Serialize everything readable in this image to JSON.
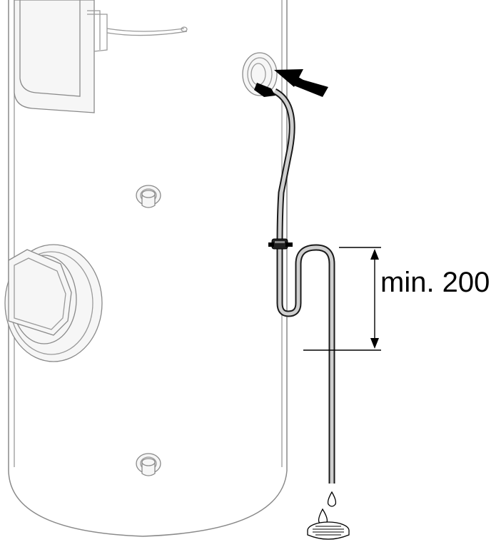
{
  "dimension": {
    "label": "min. 200"
  },
  "colors": {
    "tank_outline": "#8a8a8a",
    "hose_fill": "#cfcfcf",
    "hose_outline": "#1a1a1a",
    "ink": "#000000"
  },
  "icons": [
    "water-heater-tank",
    "drain-hose",
    "hose-clip",
    "insertion-arrow",
    "water-drop",
    "floor-drain"
  ]
}
